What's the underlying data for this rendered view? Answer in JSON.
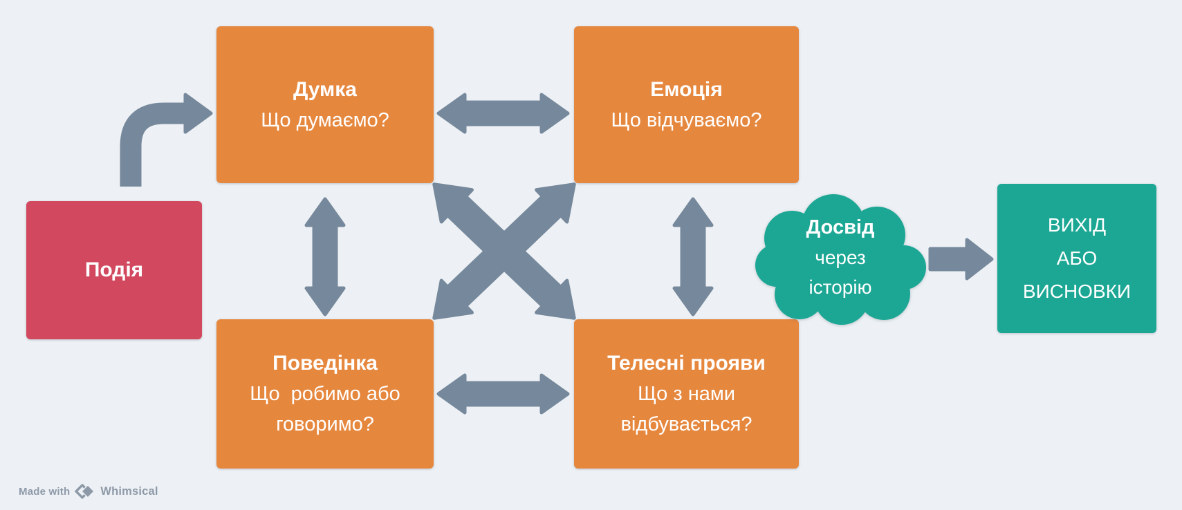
{
  "diagram": {
    "event": {
      "label": "Подія"
    },
    "thought": {
      "title": "Думка",
      "line1": "Що думаємо?"
    },
    "emotion": {
      "title": "Емоція",
      "line1": "Що відчуваємо?"
    },
    "behavior": {
      "title": "Поведінка",
      "line1": "Що  робимо або",
      "line2": "говоримо?"
    },
    "body": {
      "title": "Телесні прояви",
      "line1": "Що з нами",
      "line2": "відбувається?"
    },
    "experience_cloud": {
      "title": "Досвід",
      "line1": "через",
      "line2": "історію"
    },
    "exit": {
      "line1": "ВИХІД",
      "line2": "АБО",
      "line3": "ВИСНОВКИ"
    }
  },
  "colors": {
    "background": "#EDF1F5",
    "orange_node": "#E6873E",
    "red_node": "#D2485E",
    "teal_node": "#1CA794",
    "arrow": "#76889B",
    "node_text": "#FFFFFF",
    "watermark": "#8E99A8"
  },
  "watermark": {
    "made_with": "Made with",
    "brand": "Whimsical"
  }
}
